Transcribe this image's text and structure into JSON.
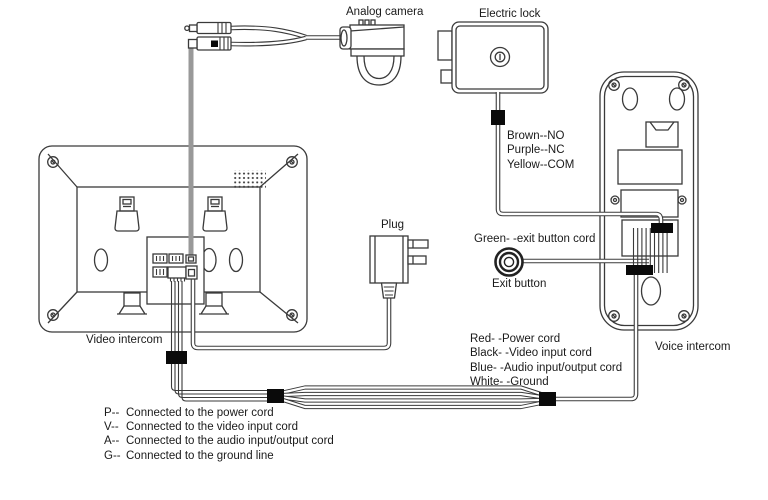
{
  "labels": {
    "analog_camera": "Analog camera",
    "electric_lock": "Electric lock",
    "plug": "Plug",
    "video_intercom": "Video intercom",
    "voice_intercom": "Voice intercom",
    "exit_button": "Exit button",
    "green_cord": "Green- -exit button cord"
  },
  "lock_wire_labels": [
    "Brown--NO",
    "Purple--NC",
    "Yellow--COM"
  ],
  "intercom_cord_labels": [
    "Red- -Power cord",
    "Black- -Video input cord",
    "Blue- -Audio input/output cord",
    "White- -Ground"
  ],
  "terminal_legend": [
    {
      "key": "P--",
      "desc": "Connected to the power cord"
    },
    {
      "key": "V--",
      "desc": "Connected to the video input cord"
    },
    {
      "key": "A--",
      "desc": "Connected to the audio input/output cord"
    },
    {
      "key": "G--",
      "desc": "Connected to the ground line"
    }
  ],
  "colors": {
    "line": "#3a3a3a",
    "cable_gray": "#999999",
    "junction_black": "#0a0a0a",
    "background": "#ffffff"
  }
}
